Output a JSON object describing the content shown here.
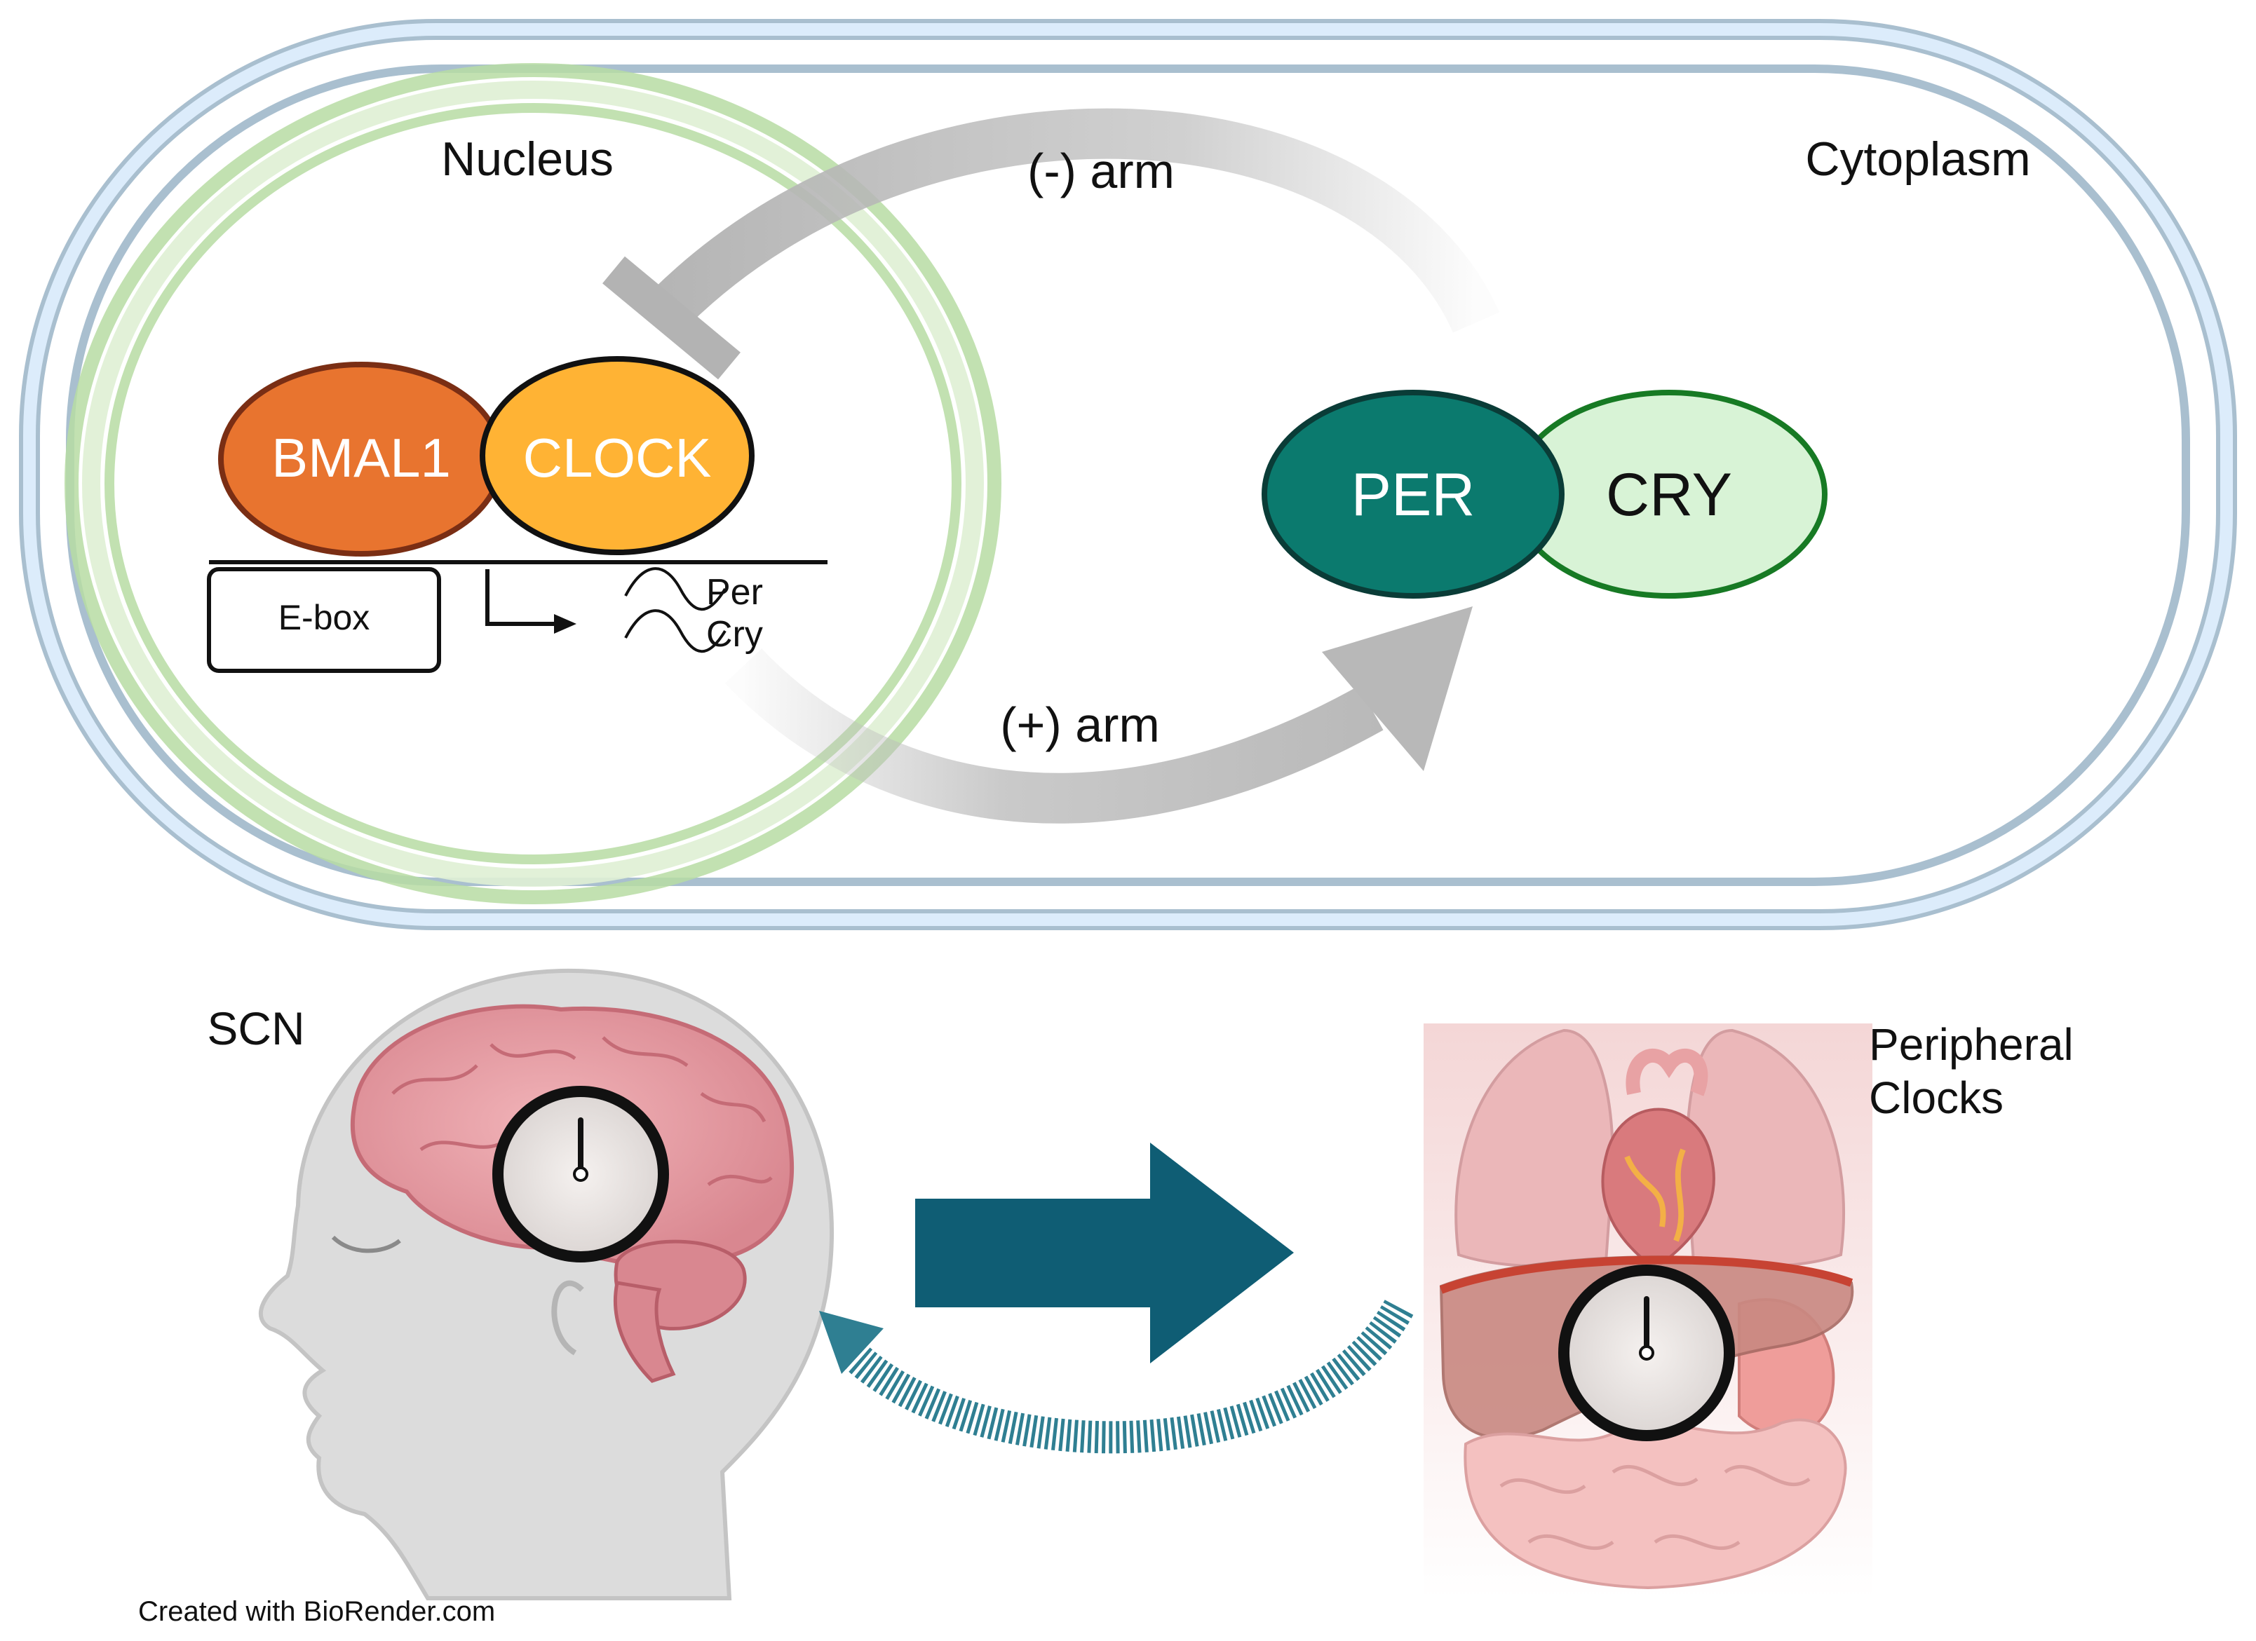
{
  "cell": {
    "nucleus_label": "Nucleus",
    "cytoplasm_label": "Cytoplasm"
  },
  "pathway": {
    "negative_arm_label": "(-) arm",
    "positive_arm_label": "(+) arm"
  },
  "proteins": {
    "bmal1": "BMAL1",
    "clock": "CLOCK",
    "per": "PER",
    "cry": "CRY"
  },
  "gene": {
    "ebox_label": "E-box",
    "per_transcript": "Per",
    "cry_transcript": "Cry"
  },
  "body": {
    "scn_label": "SCN",
    "peripheral_line1": "Peripheral",
    "peripheral_line2": "Clocks"
  },
  "credit": "Created with BioRender.com",
  "colors": {
    "membrane_outer": "#a9bfcf",
    "membrane_inner": "#dcecfb",
    "nucleus_ring": "#b7dca3",
    "bmal1": "#e8742f",
    "clock": "#ffb334",
    "per": "#0b7a6e",
    "cry": "#d8f3d6",
    "cry_stroke": "#177a24",
    "arrow_gray": "#bdbdbd",
    "big_arrow": "#0f5d74",
    "brain": "#e79ea6"
  }
}
